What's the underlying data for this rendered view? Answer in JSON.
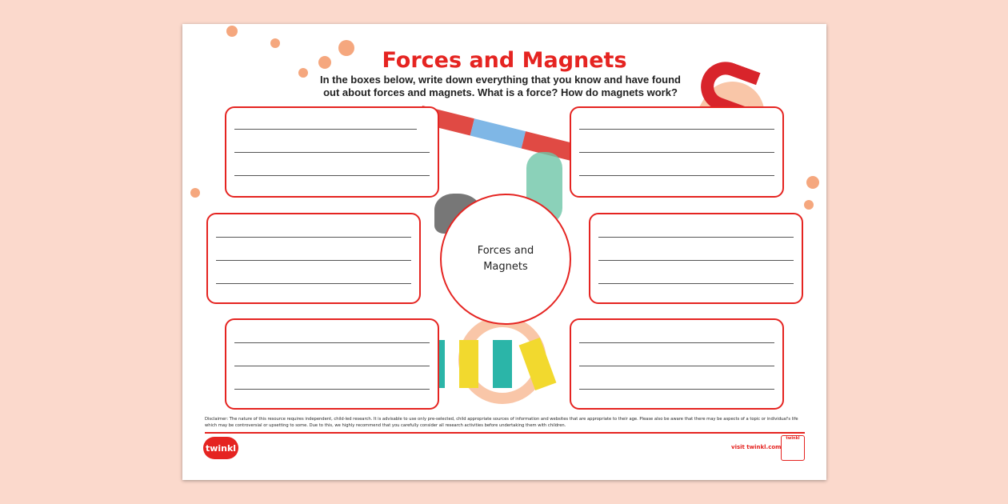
{
  "title": "Forces and Magnets",
  "instructions": "In the boxes below, write down everything that you know and have found out about forces and magnets. What is a force? How do magnets work?",
  "center_label_1": "Forces and",
  "center_label_2": "Magnets",
  "disclaimer": "Disclaimer: The nature of this resource requires independent, child-led research. It is advisable to use only pre-selected, child appropriate sources of information and websites that are appropriate to their age. Please also be aware that there may be aspects of a topic or individual's life which may be controversial or upsetting to some. Due to this, we highly recommend that you carefully consider all research activities before undertaking them with children.",
  "footer": {
    "logo": "twinkl",
    "visit": "visit twinkl.com",
    "badge": "twinkl"
  },
  "colors": {
    "accent": "#e52421",
    "background": "#fbd9cc",
    "decor": "#f5a77e"
  }
}
